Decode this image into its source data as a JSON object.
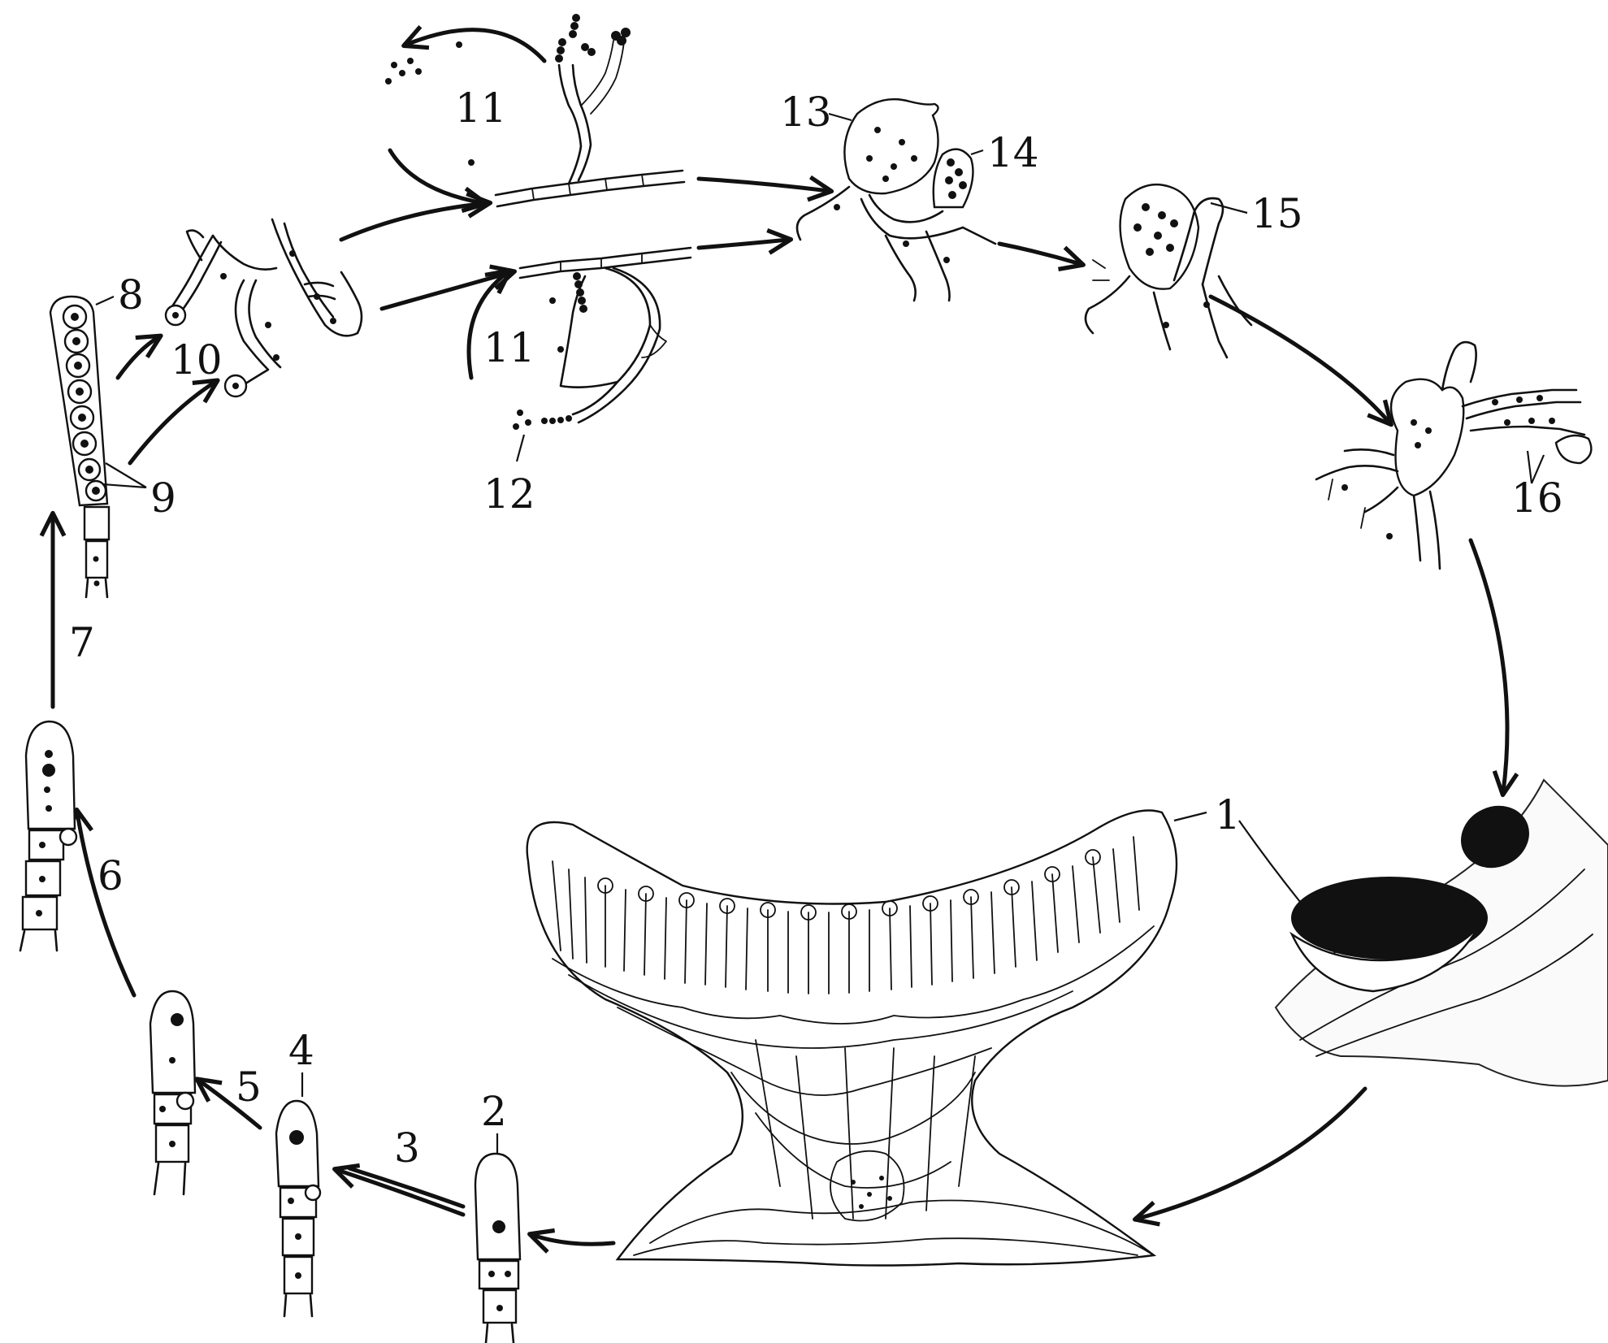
{
  "labels": {
    "l1": "1",
    "l2": "2",
    "l3": "3",
    "l4": "4",
    "l5": "5",
    "l6": "6",
    "l7": "7",
    "l8": "8",
    "l9": "9",
    "l10": "10",
    "l11a": "11",
    "l11b": "11",
    "l12": "12",
    "l13": "13",
    "l14": "14",
    "l15": "15",
    "l16": "16"
  },
  "colors": {
    "ink": "#111111",
    "paper": "#ffffff"
  }
}
